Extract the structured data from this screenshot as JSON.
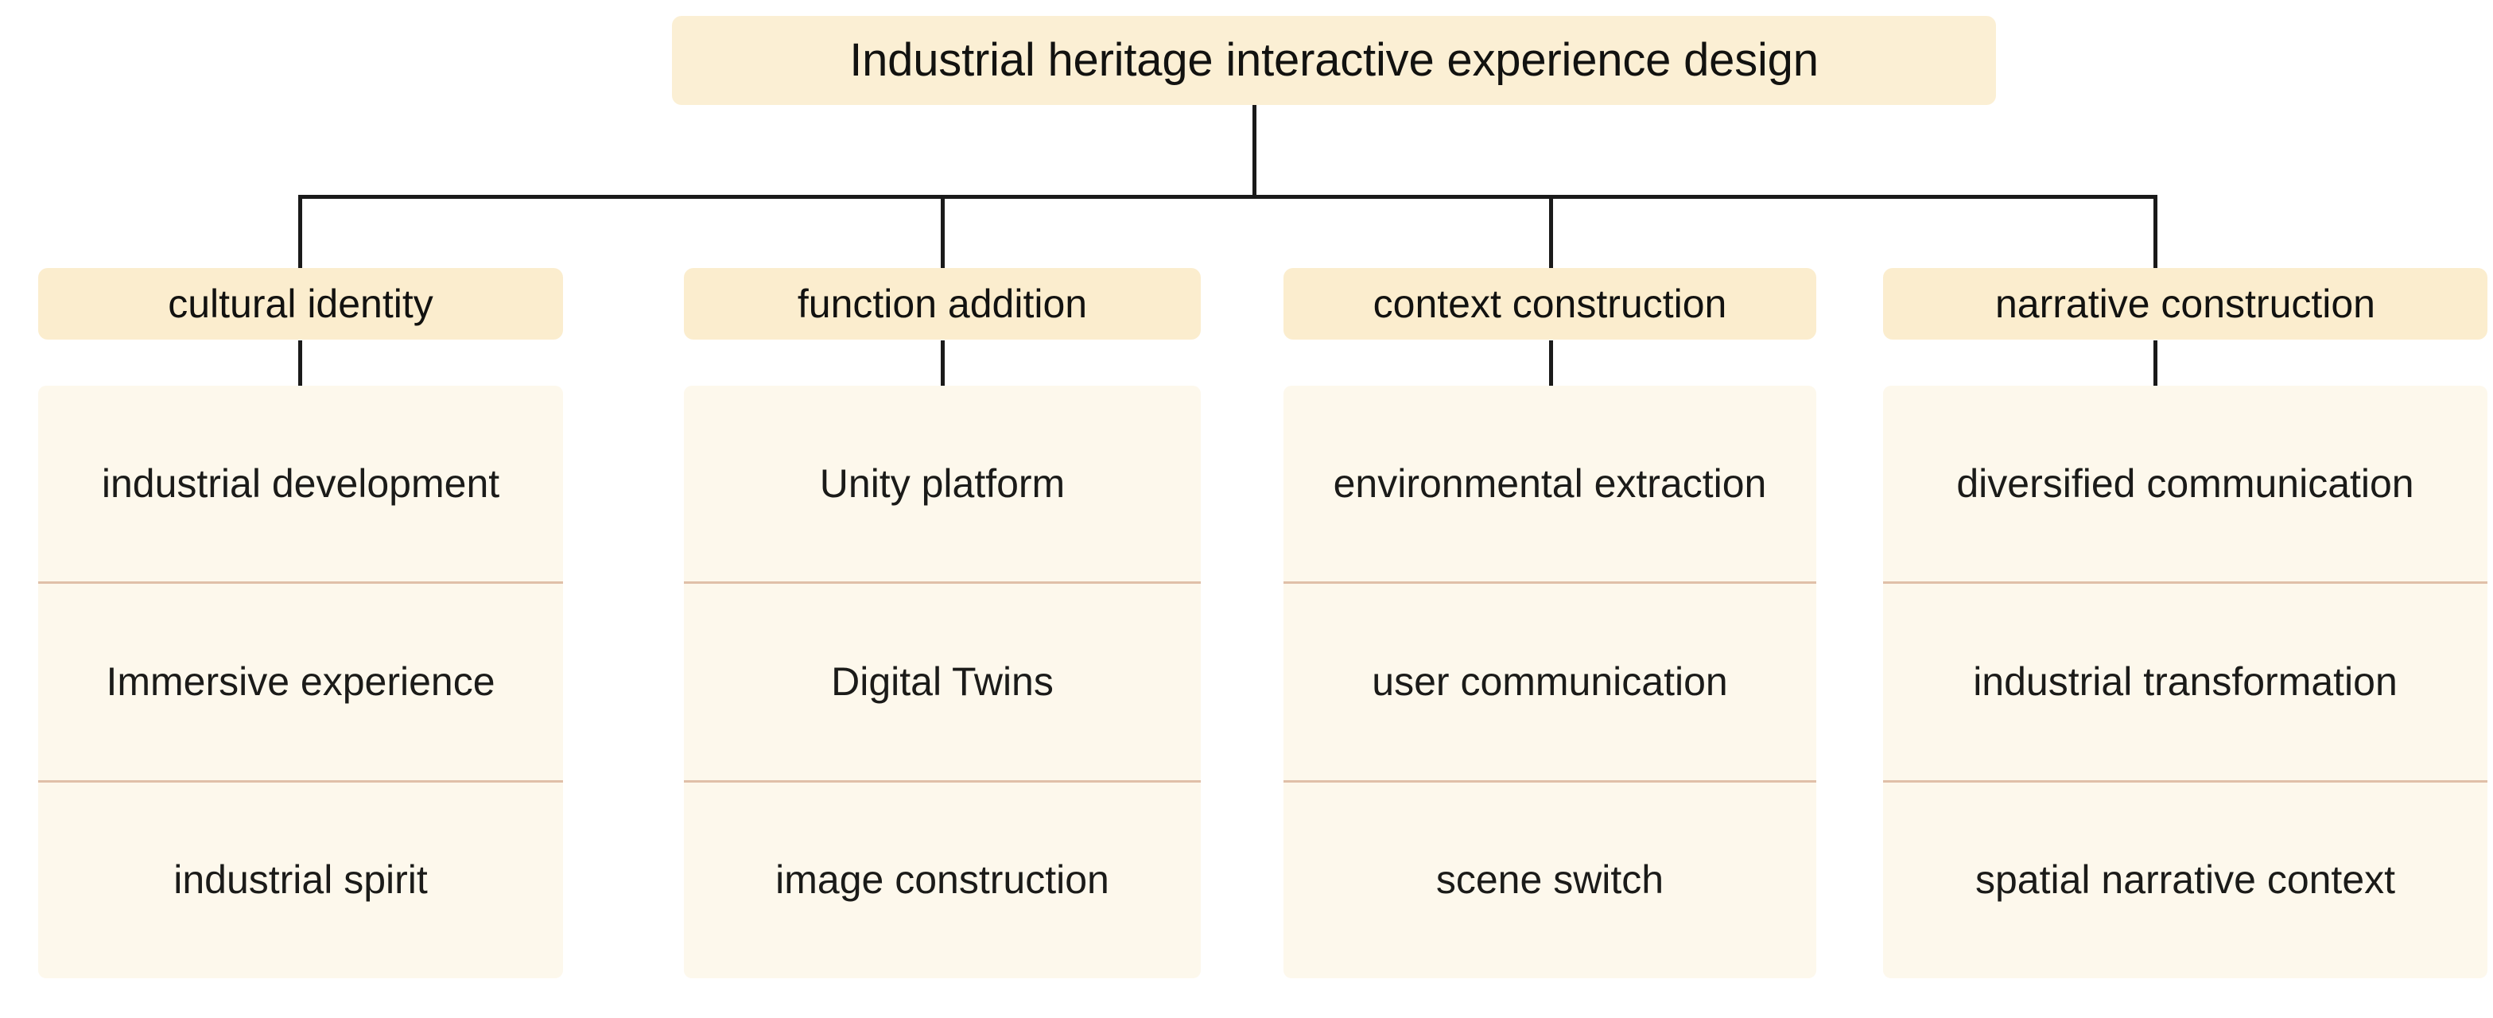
{
  "diagram": {
    "title": "Industrial heritage interactive experience design",
    "colors": {
      "root_fill": "#FBEFD4",
      "header_fill": "#FBEDCE",
      "panel_fill": "#FDF8EC",
      "divider": "#E0BFA8",
      "connector": "#1a1a1a",
      "text": "#1b1b19",
      "background": "#ffffff"
    },
    "root": {
      "label": "Industrial heritage interactive experience design"
    },
    "branches": [
      {
        "header": "cultural identity",
        "items": [
          "industrial development",
          "Immersive experience",
          "industrial spirit"
        ]
      },
      {
        "header": "function addition",
        "items": [
          "Unity platform",
          "Digital Twins",
          "image construction"
        ]
      },
      {
        "header": "context construction",
        "items": [
          "environmental extraction",
          "user communication",
          "scene switch"
        ]
      },
      {
        "header": "narrative construction",
        "items": [
          "diversified communication",
          "industrial transformation",
          "spatial narrative context"
        ]
      }
    ]
  }
}
